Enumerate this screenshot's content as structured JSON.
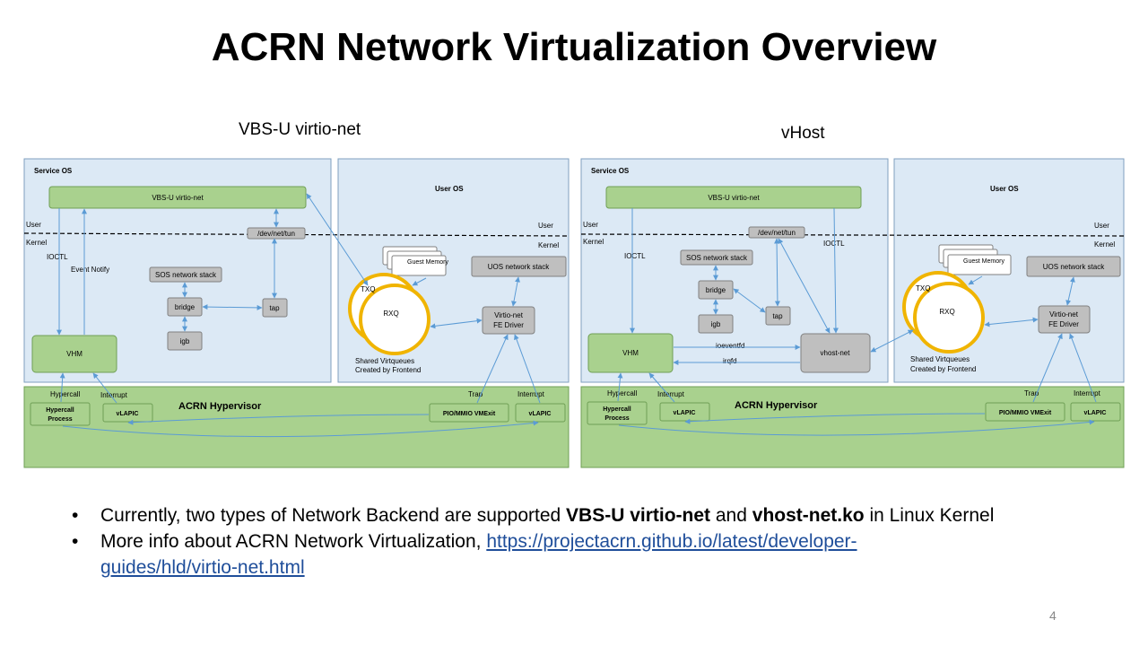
{
  "slide": {
    "title": "ACRN Network Virtualization Overview",
    "page_number": "4"
  },
  "left_diagram": {
    "heading": "VBS-U virtio-net",
    "service_os": "Service OS",
    "user_os": "User OS",
    "vbs": "VBS-U virtio-net",
    "user": "User",
    "kernel": "Kernel",
    "dev_tun": "/dev/net/tun",
    "ioctl": "IOCTL",
    "event_notify": "Event Notify",
    "sos_stack": "SOS network stack",
    "bridge": "bridge",
    "tap": "tap",
    "igb": "igb",
    "vhm": "VHM",
    "guest_memory": "Guest Memory",
    "txq": "TXQ",
    "rxq": "RXQ",
    "shared_vq_1": "Shared Virtqueues",
    "shared_vq_2": "Created by Frontend",
    "uos_stack": "UOS network stack",
    "virtio_fe_1": "Virtio-net",
    "virtio_fe_2": "FE Driver",
    "hypercall": "Hypercall",
    "interrupt": "Interrupt",
    "trap": "Trap",
    "hypervisor": "ACRN Hypervisor",
    "hypercall_proc_1": "Hypercall",
    "hypercall_proc_2": "Process",
    "vlapic": "vLAPIC",
    "vmexit": "PIO/MMIO VMExit"
  },
  "right_diagram": {
    "heading": "vHost",
    "service_os": "Service OS",
    "user_os": "User OS",
    "vbs": "VBS-U virtio-net",
    "user": "User",
    "kernel": "Kernel",
    "dev_tun": "/dev/net/tun",
    "ioctl": "IOCTL",
    "sos_stack": "SOS network stack",
    "bridge": "bridge",
    "tap": "tap",
    "igb": "igb",
    "vhm": "VHM",
    "vhost_net": "vhost-net",
    "ioeventfd": "ioeventfd",
    "irqfd": "irqfd",
    "guest_memory": "Guest Memory",
    "txq": "TXQ",
    "rxq": "RXQ",
    "shared_vq_1": "Shared Virtqueues",
    "shared_vq_2": "Created by Frontend",
    "uos_stack": "UOS network stack",
    "virtio_fe_1": "Virtio-net",
    "virtio_fe_2": "FE Driver",
    "hypercall": "Hypercall",
    "interrupt": "Interrupt",
    "trap": "Trap",
    "hypervisor": "ACRN Hypervisor",
    "hypercall_proc_1": "Hypercall",
    "hypercall_proc_2": "Process",
    "vlapic": "vLAPIC",
    "vmexit": "PIO/MMIO VMExit"
  },
  "bullets": {
    "b1_pre": "Currently, two types of Network Backend are supported ",
    "b1_bold1": "VBS-U virtio-net",
    "b1_mid": " and ",
    "b1_bold2": "vhost-net.ko",
    "b1_post": " in Linux Kernel",
    "b2_pre": "More info about ACRN Network Virtualization, ",
    "b2_link": "https://projectacrn.github.io/latest/developer-guides/hld/virtio-net.html"
  },
  "colors": {
    "panel_fill": "#dce9f5",
    "green_fill": "#a9d18e",
    "gray_fill": "#bfbfbf",
    "ring": "#f0b400",
    "arrow": "#5b9bd5"
  }
}
